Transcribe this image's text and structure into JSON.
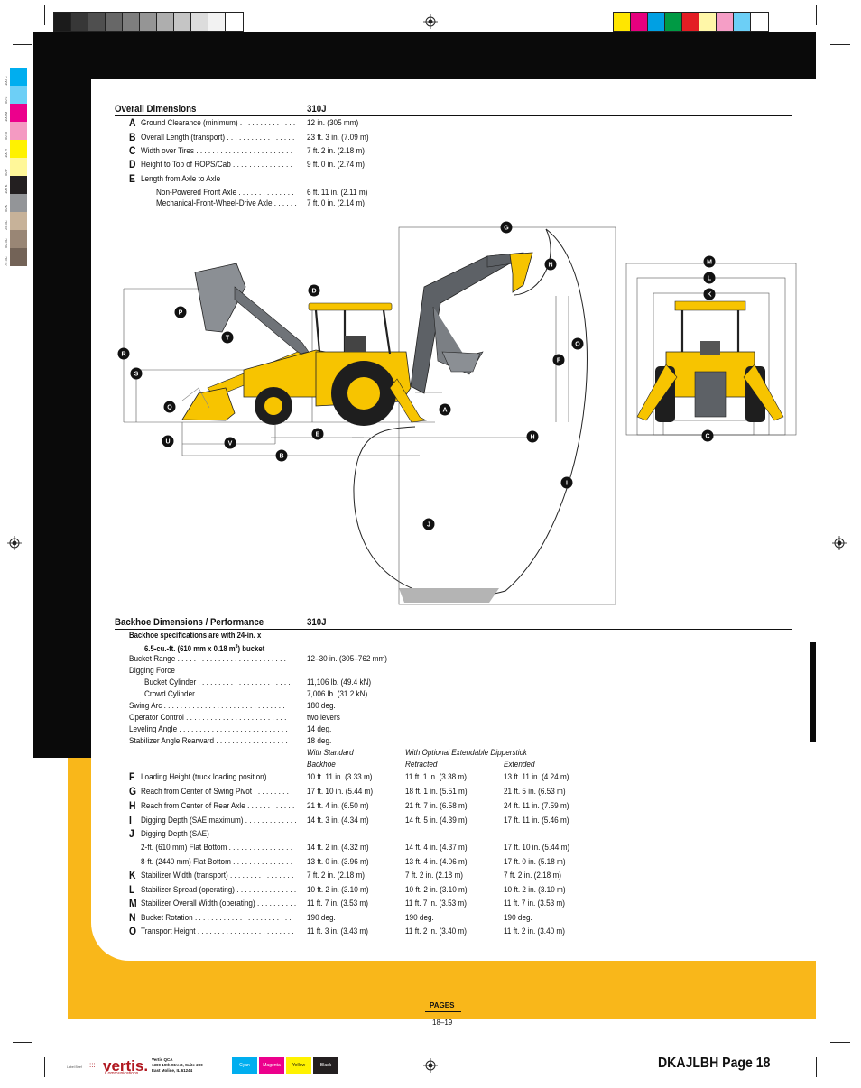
{
  "print_marks": {
    "gray_swatches": [
      "#1b1b1b",
      "#373737",
      "#4f4f4f",
      "#676767",
      "#7e7e7e",
      "#959595",
      "#aeaeae",
      "#c5c5c5",
      "#dcdcdc",
      "#f2f2f2",
      "#ffffff"
    ],
    "color_swatches": [
      "#ffe600",
      "#e6007e",
      "#00a0e3",
      "#009a44",
      "#e31e24",
      "#fff7a8",
      "#f59ec6",
      "#6ccff6",
      "#ffffff"
    ],
    "side_swatches": [
      "#00aeef",
      "#6dcff6",
      "#ec008c",
      "#f49ac2",
      "#fff200",
      "#fff799",
      "#231f20",
      "#939598",
      "#c7b299",
      "#998675",
      "#736357"
    ],
    "side_labels": [
      "100 C",
      "50 C",
      "100 M",
      "50 M",
      "100 Y",
      "50 Y",
      "100 K",
      "50 K",
      "25 3C",
      "50 3C",
      "75 3C"
    ]
  },
  "overall": {
    "heading": "Overall Dimensions",
    "model": "310J",
    "rows": [
      {
        "letter": "A",
        "label": "Ground Clearance (minimum)",
        "dots": " . . . . . . . . . . . . . . ",
        "value": "12 in. (305 mm)"
      },
      {
        "letter": "B",
        "label": "Overall Length (transport)",
        "dots": " . . . . . . . . . . . . . . . . . ",
        "value": "23 ft. 3 in. (7.09 m)"
      },
      {
        "letter": "C",
        "label": "Width over Tires",
        "dots": " . . . . . . . . . . . . . . . . . . . . . . . . ",
        "value": "7 ft. 2 in. (2.18 m)"
      },
      {
        "letter": "D",
        "label": "Height to Top of ROPS/Cab",
        "dots": " . . . . . . . . . . . . . . . ",
        "value": "9 ft. 0 in. (2.74 m)"
      },
      {
        "letter": "E",
        "label": "Length from Axle to Axle",
        "dots": "",
        "value": ""
      },
      {
        "letter": "",
        "label": "Non-Powered Front Axle",
        "dots": " . . . . . . . . . . . . . . ",
        "value": "6 ft. 11 in. (2.11 m)"
      },
      {
        "letter": "",
        "label": "Mechanical-Front-Wheel-Drive Axle",
        "dots": " . . . . . . ",
        "value": "7 ft. 0 in. (2.14 m)"
      }
    ]
  },
  "diagram_labels": [
    "G",
    "N",
    "M",
    "L",
    "K",
    "D",
    "P",
    "T",
    "O",
    "R",
    "S",
    "F",
    "Q",
    "A",
    "E",
    "H",
    "C",
    "U",
    "V",
    "B",
    "I",
    "J"
  ],
  "backhoe": {
    "heading": "Backhoe Dimensions / Performance",
    "model": "310J",
    "note_line1": "Backhoe specifications are with 24-in. x",
    "note_line2": "6.5-cu.-ft. (610 mm x 0.18 m",
    "note_sup": "3",
    "note_line2_end": ") bucket",
    "specs": [
      {
        "label": "Bucket Range",
        "dots": " . . . . . . . . . . . . . . . . . . . . . . . . . . . ",
        "value": "12–30 in. (305–762 mm)",
        "indent": false
      },
      {
        "label": "Digging Force",
        "dots": "",
        "value": "",
        "indent": false
      },
      {
        "label": "Bucket Cylinder",
        "dots": " . . . . . . . . . . . . . . . . . . . . . . . ",
        "value": "11,106 lb. (49.4 kN)",
        "indent": true
      },
      {
        "label": "Crowd Cylinder",
        "dots": " . . . . . . . . . . . . . . . . . . . . . . . ",
        "value": "7,006 lb. (31.2 kN)",
        "indent": true
      },
      {
        "label": "Swing Arc",
        "dots": " . . . . . . . . . . . . . . . . . . . . . . . . . . . . . . ",
        "value": "180 deg.",
        "indent": false
      },
      {
        "label": "Operator Control",
        "dots": " . . . . . . . . . . . . . . . . . . . . . . . . . ",
        "value": "two levers",
        "indent": false
      },
      {
        "label": "Leveling Angle",
        "dots": " . . . . . . . . . . . . . . . . . . . . . . . . . . . ",
        "value": "14 deg.",
        "indent": false
      },
      {
        "label": "Stabilizer Angle Rearward",
        "dots": " . . . . . . . . . . . . . . . . . . ",
        "value": "18 deg.",
        "indent": false
      }
    ],
    "col_std_1": "With Standard",
    "col_std_2": "Backhoe",
    "col_opt_1": "With Optional Extendable Dipperstick",
    "col_retracted": "Retracted",
    "col_extended": "Extended",
    "rows": [
      {
        "letter": "F",
        "label": "Loading Height (truck loading position)",
        "dots": " . . . . . . . ",
        "std": "10 ft. 11 in. (3.33 m)",
        "ret": "11 ft. 1 in. (3.38 m)",
        "ext": "13 ft. 11 in. (4.24 m)"
      },
      {
        "letter": "G",
        "label": "Reach from Center of Swing Pivot",
        "dots": " . . . . . . . . . . ",
        "std": "17 ft. 10 in. (5.44 m)",
        "ret": "18 ft. 1 in. (5.51 m)",
        "ext": "21 ft. 5 in. (6.53 m)"
      },
      {
        "letter": "H",
        "label": "Reach from Center of Rear Axle",
        "dots": " . . . . . . . . . . . . ",
        "std": "21 ft. 4 in. (6.50 m)",
        "ret": "21 ft. 7 in. (6.58 m)",
        "ext": "24 ft. 11 in. (7.59 m)"
      },
      {
        "letter": "I",
        "label": "Digging Depth (SAE maximum)",
        "dots": " . . . . . . . . . . . . . ",
        "std": "14 ft. 3 in. (4.34 m)",
        "ret": "14 ft. 5 in. (4.39 m)",
        "ext": "17 ft. 11 in. (5.46 m)"
      },
      {
        "letter": "J",
        "label": "Digging Depth (SAE)",
        "dots": "",
        "std": "",
        "ret": "",
        "ext": ""
      },
      {
        "letter": "",
        "label": "2-ft. (610 mm) Flat Bottom",
        "dots": " . . . . . . . . . . . . . . . . ",
        "std": "14 ft. 2 in. (4.32 m)",
        "ret": "14 ft. 4 in. (4.37 m)",
        "ext": "17 ft. 10 in. (5.44 m)"
      },
      {
        "letter": "",
        "label": "8-ft. (2440 mm) Flat Bottom",
        "dots": " . . . . . . . . . . . . . . . ",
        "std": "13 ft. 0 in. (3.96 m)",
        "ret": "13 ft. 4 in. (4.06 m)",
        "ext": "17 ft. 0 in. (5.18 m)"
      },
      {
        "letter": "K",
        "label": "Stabilizer Width (transport)",
        "dots": " . . . . . . . . . . . . . . . . ",
        "std": "7 ft. 2 in. (2.18 m)",
        "ret": "7 ft. 2 in. (2.18 m)",
        "ext": "7 ft. 2 in. (2.18 m)"
      },
      {
        "letter": "L",
        "label": "Stabilizer Spread (operating)",
        "dots": " . . . . . . . . . . . . . . . ",
        "std": "10 ft. 2 in. (3.10 m)",
        "ret": "10 ft. 2 in. (3.10 m)",
        "ext": "10 ft. 2 in. (3.10 m)"
      },
      {
        "letter": "M",
        "label": "Stabilizer Overall Width (operating)",
        "dots": " . . . . . . . . . . ",
        "std": "11 ft. 7 in. (3.53 m)",
        "ret": "11 ft. 7 in. (3.53 m)",
        "ext": "11 ft. 7 in. (3.53 m)"
      },
      {
        "letter": "N",
        "label": "Bucket Rotation",
        "dots": " . . . . . . . . . . . . . . . . . . . . . . . . ",
        "std": "190 deg.",
        "ret": "190 deg.",
        "ext": "190 deg."
      },
      {
        "letter": "O",
        "label": "Transport Height",
        "dots": " . . . . . . . . . . . . . . . . . . . . . . . . ",
        "std": "11 ft. 3 in. (3.43 m)",
        "ret": "11 ft. 2 in. (3.40 m)",
        "ext": "11 ft. 2 in. (3.40 m)"
      }
    ]
  },
  "footer": {
    "pages_label": "PAGES",
    "pages_num": "18–19",
    "job_id": "DKAJLBH Page 18",
    "vendor_logo": "vertis.",
    "vendor_sub": "Communications",
    "vendor_mark": ":::",
    "address": [
      "Vertis QCA",
      "1300 19th Street, Suite 200",
      "East Moline, IL 61244"
    ],
    "tiny_left": "Label Brief",
    "process": [
      {
        "name": "Cyan",
        "color": "#00aeef",
        "text": "#ffffff"
      },
      {
        "name": "Magenta",
        "color": "#ec008c",
        "text": "#ffffff"
      },
      {
        "name": "Yellow",
        "color": "#fff200",
        "text": "#111111"
      },
      {
        "name": "Black",
        "color": "#231f20",
        "text": "#ffffff"
      }
    ]
  },
  "colors": {
    "deere_yellow": "#f9b71a",
    "machine_yellow": "#f7c400",
    "machine_gray": "#5d6166",
    "black": "#0a0a0a"
  }
}
